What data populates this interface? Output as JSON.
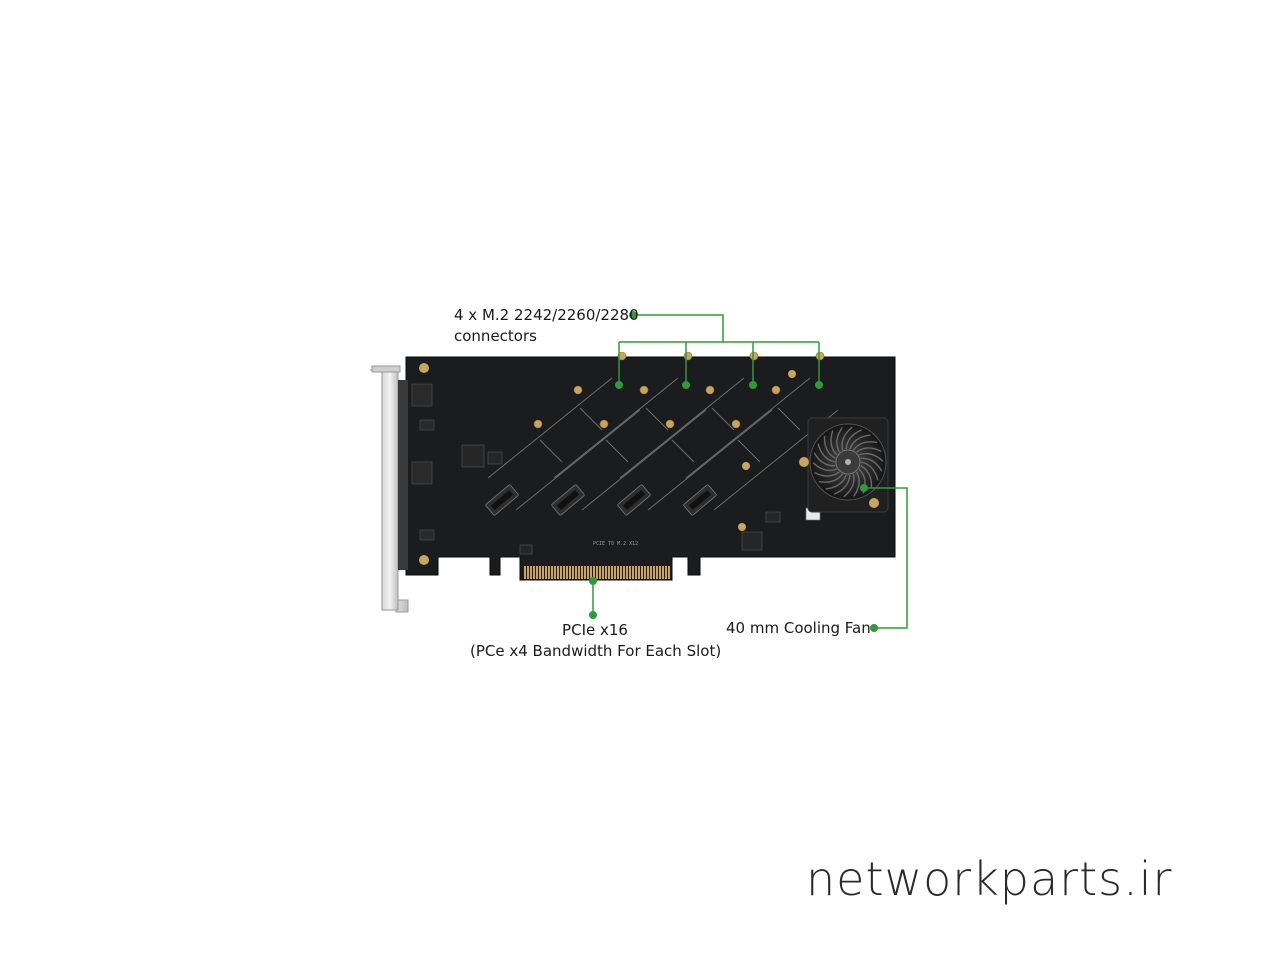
{
  "callouts": {
    "connectors_line1": "4 x M.2 2242/2260/2280",
    "connectors_line2": "connectors",
    "pcie_line1": "PCIe x16",
    "pcie_line2": "(PCe x4 Bandwidth For Each Slot)",
    "fan": "40 mm Cooling Fan"
  },
  "board_silkscreen": "PCIE TO M.2 X12",
  "watermark": "networkparts.ir",
  "colors": {
    "callout_green": "#2e9b3a",
    "pcb": "#1b1c1e",
    "gold": "#c9a560",
    "background": "#ffffff"
  }
}
